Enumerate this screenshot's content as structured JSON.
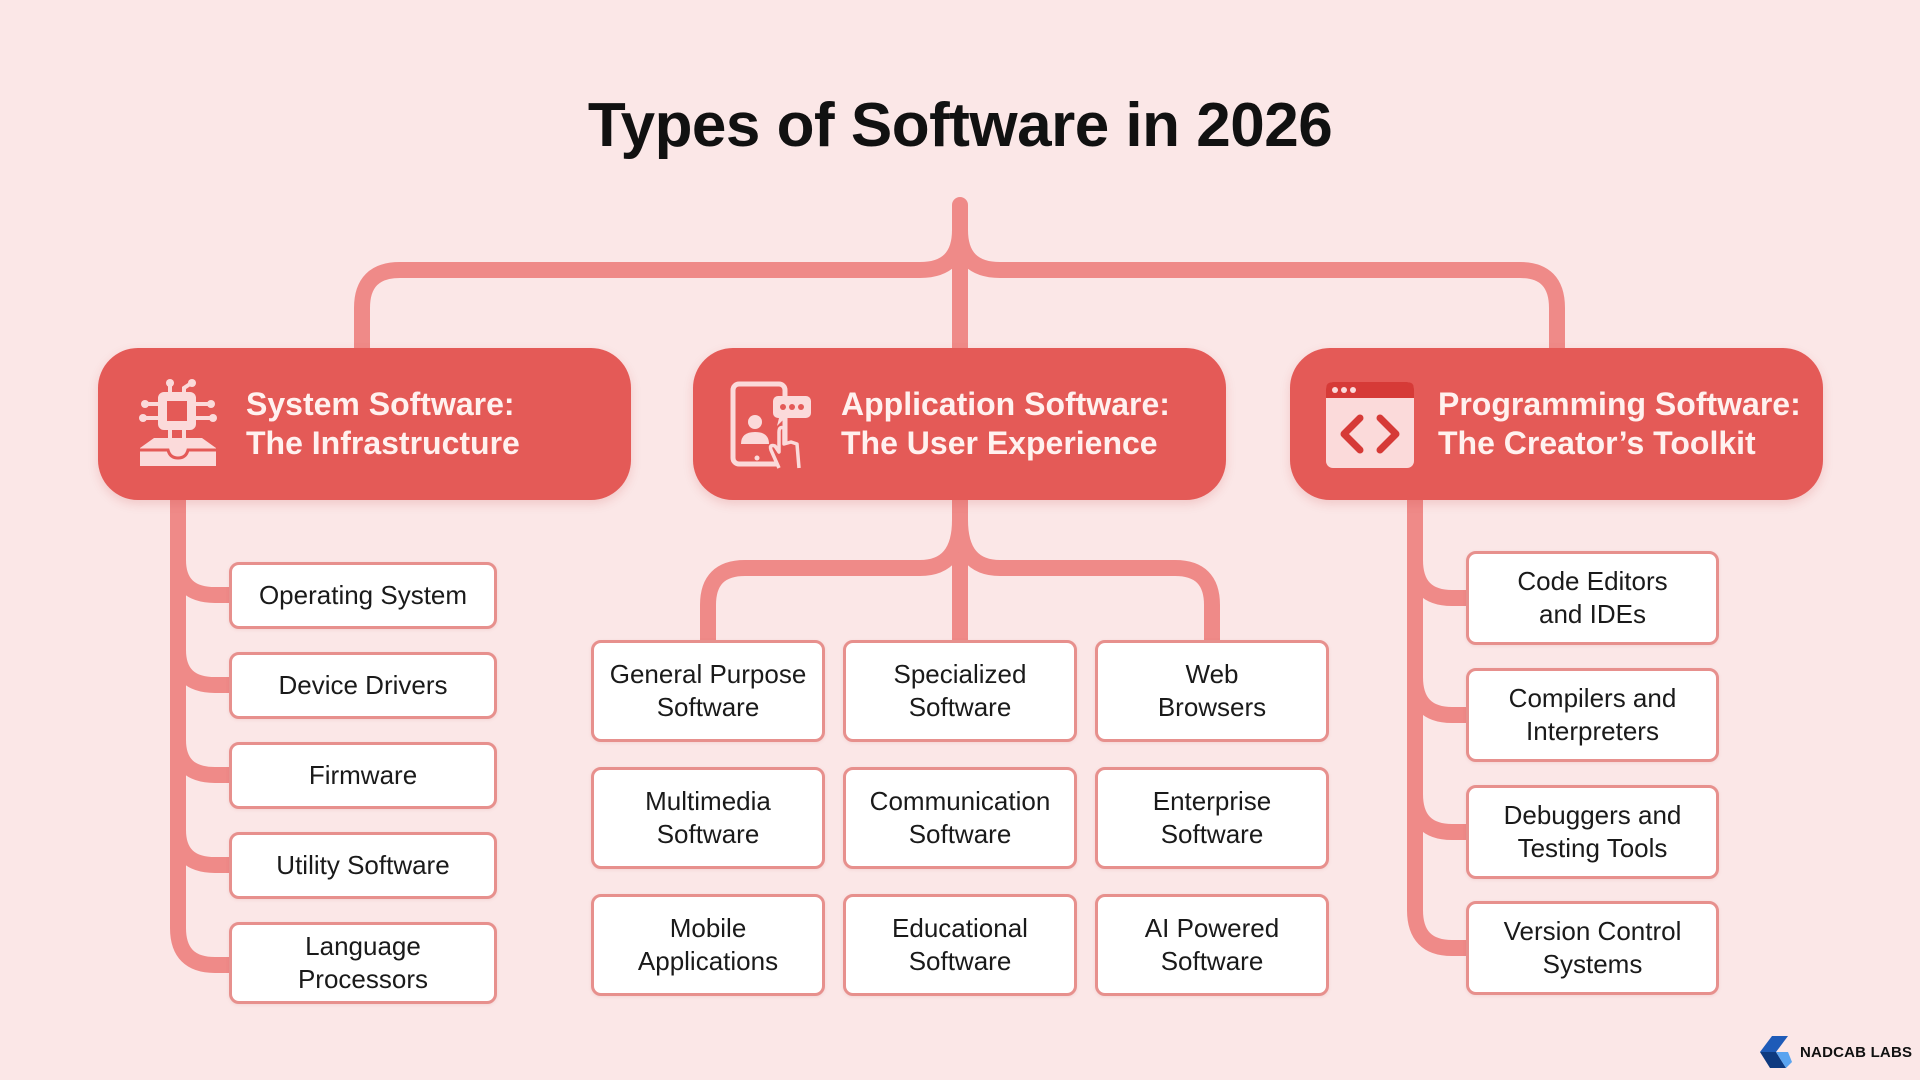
{
  "title": "Types of Software in 2026",
  "colors": {
    "background": "#fbe7e7",
    "category_fill": "#e45a57",
    "connector": "#ef8a88",
    "item_border": "#e7908d",
    "logo_blue": "#1e5bb8"
  },
  "categories": [
    {
      "icon": "chip-icon",
      "title_line1": "System Software:",
      "title_line2": "The Infrastructure",
      "items": [
        "Operating System",
        "Device Drivers",
        "Firmware",
        "Utility Software",
        "Language Processors"
      ]
    },
    {
      "icon": "tablet-touch-chat-icon",
      "title_line1": "Application Software:",
      "title_line2": "The User Experience",
      "items": [
        "General Purpose Software",
        "Specialized Software",
        "Web Browsers",
        "Multimedia Software",
        "Communication Software",
        "Enterprise Software",
        "Mobile Applications",
        "Educational Software",
        "AI Powered Software"
      ]
    },
    {
      "icon": "code-window-icon",
      "title_line1": "Programming Software:",
      "title_line2": "The Creator’s Toolkit",
      "items": [
        "Code Editors and IDEs",
        "Compilers and Interpreters",
        "Debuggers and Testing Tools",
        "Version Control Systems"
      ]
    }
  ],
  "logo": {
    "text": "NADCAB LABS"
  }
}
